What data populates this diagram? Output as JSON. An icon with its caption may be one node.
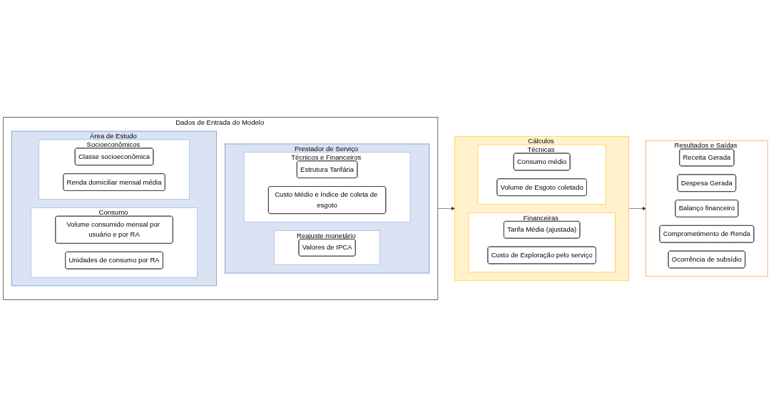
{
  "diagram": {
    "nodes": [
      {
        "text": [
          "Dados de Entrada do Modelo"
        ]
      },
      {
        "text": [
          "Área de Estudo"
        ],
        "in": 0
      },
      {
        "text": [
          "Socioeconômicos"
        ],
        "in": 1
      },
      {
        "text": [
          "Classe socioeconômica"
        ],
        "in": 2
      },
      {
        "text": [
          "Renda domiciliar mensal média"
        ],
        "in": 2
      },
      {
        "text": [
          "Consumo"
        ],
        "in": 1
      },
      {
        "text": [
          "Volume consumido mensal por usuário e por RA"
        ],
        "in": 5
      },
      {
        "text": [
          "Unidades de consumo por RA"
        ],
        "in": 5
      },
      {
        "text": [
          "Prestador de Serviço"
        ],
        "in": 0
      },
      {
        "text": [
          "Técnicos e Financeiros"
        ],
        "in": 8
      },
      {
        "text": [
          "Estrutura Tarifária"
        ],
        "in": 9
      },
      {
        "text": [
          "Custo Médio e índice de coleta de esgoto"
        ],
        "in": 9
      },
      {
        "text": [
          "Reajuste monetário"
        ],
        "in": 8
      },
      {
        "text": [
          "Valores de IPCA"
        ],
        "in": 12
      },
      {
        "text": [
          "Cálculos"
        ]
      },
      {
        "text": [
          "Técnicas"
        ],
        "in": 14
      },
      {
        "text": [
          "Consumo médio"
        ],
        "in": 15
      },
      {
        "text": [
          "Volume de Esgoto coletado"
        ],
        "in": 15
      },
      {
        "text": [
          "Financeiras"
        ],
        "in": 14
      },
      {
        "text": [
          "Tarifa Média (ajustada)"
        ],
        "in": 18
      },
      {
        "text": [
          "Custo de Exploração pelo serviço"
        ],
        "in": 18
      },
      {
        "text": [
          "Resultados e Saídas"
        ]
      },
      {
        "text": [
          "Receita Gerada"
        ],
        "in": 21
      },
      {
        "text": [
          "Despesa Gerada"
        ],
        "in": 21
      },
      {
        "text": [
          "Balanço financeiro"
        ],
        "in": 21
      },
      {
        "text": [
          "Comprometimento de Renda"
        ],
        "in": 21
      },
      {
        "text": [
          "Ocorrência de subsídio"
        ],
        "in": 21
      }
    ],
    "edges": [
      {
        "from": 0,
        "to": 14,
        "arrow": "to"
      },
      {
        "from": 14,
        "to": 21,
        "arrow": "to"
      }
    ]
  }
}
